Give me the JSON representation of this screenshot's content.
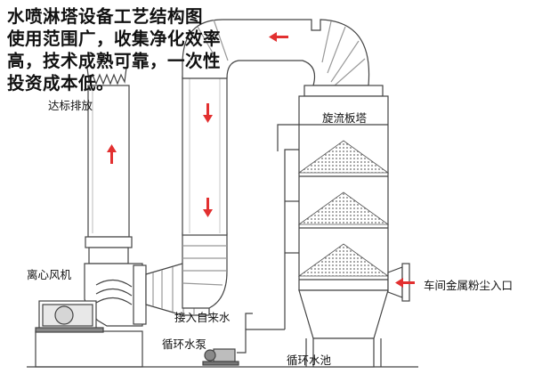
{
  "title_lines": [
    "水喷淋塔设备工艺结构图",
    "使用范围广，收集净化效率",
    "高，技术成熟可靠，一次性",
    "投资成本低。"
  ],
  "labels": {
    "discharge": "达标排放",
    "tower": "旋流板塔",
    "fan": "离心风机",
    "tap_water": "接入自来水",
    "pump": "循环水泵",
    "pool": "循环水池",
    "inlet": "车间金属粉尘入口"
  },
  "colors": {
    "line": "#444444",
    "arrow": "#e23030",
    "packing": "#777777"
  }
}
